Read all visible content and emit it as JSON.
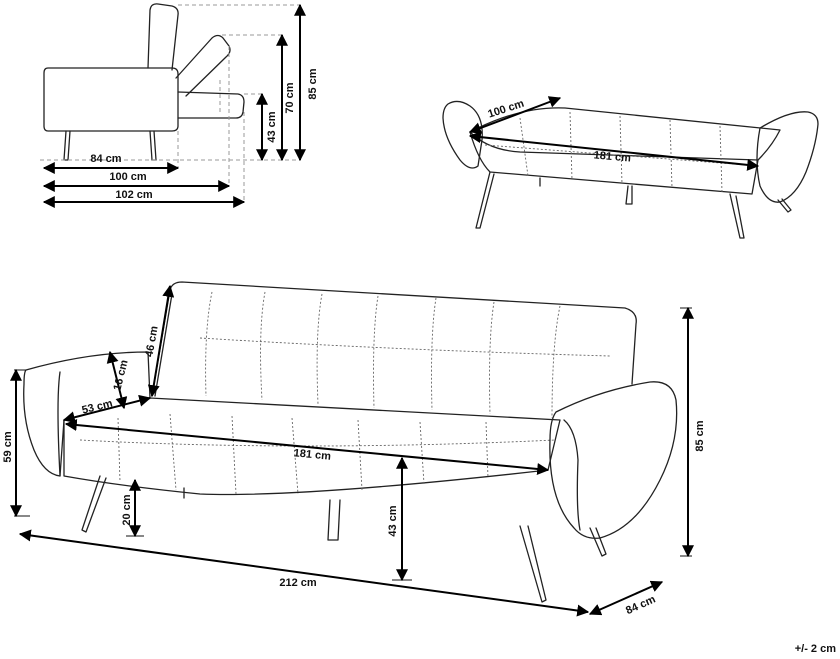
{
  "side_view": {
    "depth_seat": "84 cm",
    "depth_mid": "100 cm",
    "depth_full": "102 cm",
    "height_seat": "43 cm",
    "height_mid": "70 cm",
    "height_total": "85 cm"
  },
  "bed_view": {
    "bed_width": "100 cm",
    "bed_length": "181 cm"
  },
  "main_view": {
    "back_height": "46 cm",
    "arm_inner_height": "16 cm",
    "seat_depth": "53 cm",
    "arm_height": "59 cm",
    "seat_width": "181 cm",
    "leg_height": "20 cm",
    "seat_height": "43 cm",
    "total_width": "212 cm",
    "total_depth": "84 cm",
    "total_height": "85 cm"
  },
  "tolerance": "+/- 2 cm"
}
